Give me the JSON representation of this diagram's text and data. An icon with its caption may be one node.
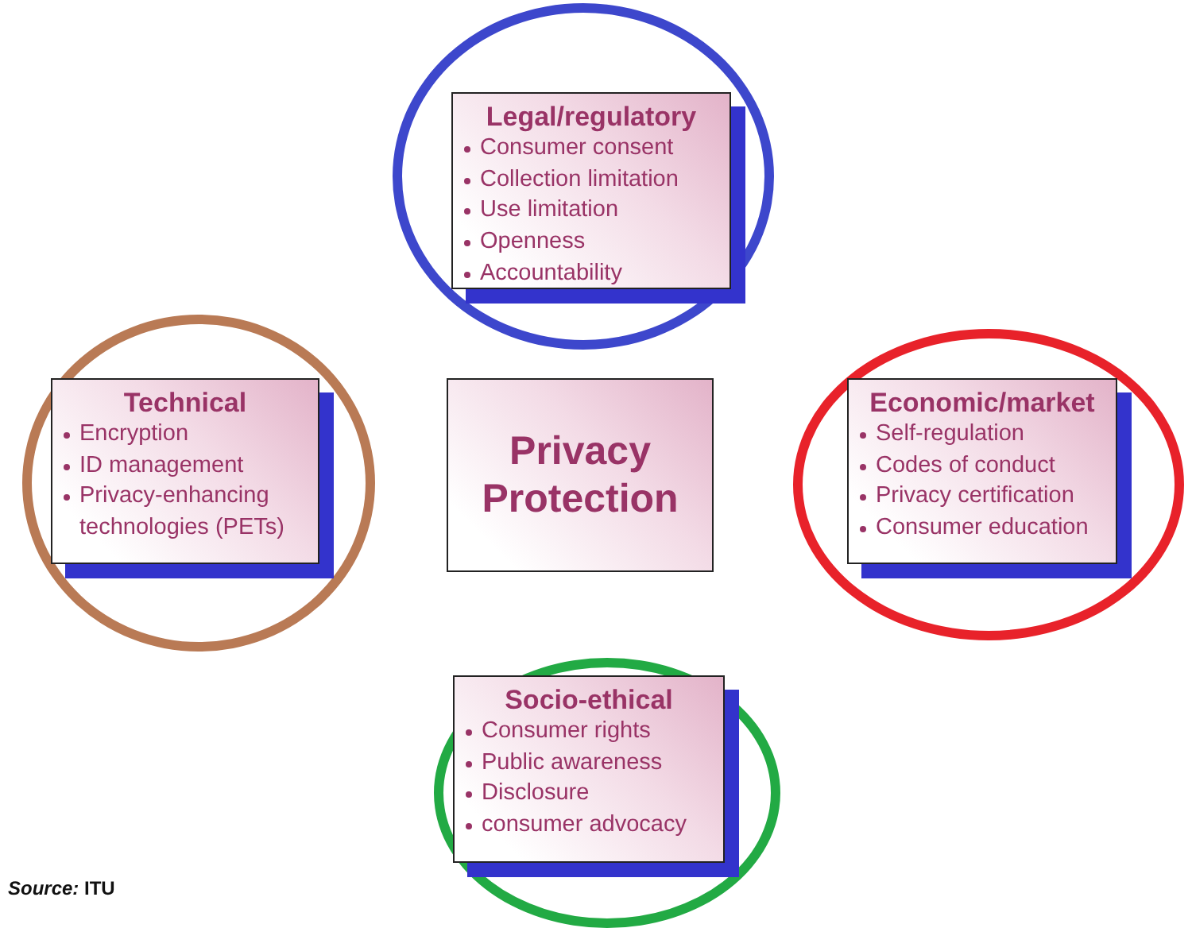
{
  "diagram": {
    "nodes": [
      {
        "text": [],
        "shape": "circle"
      },
      {
        "text": [
          "Legal/regulatory",
          "Consumer consent",
          "Collection limitation",
          "Use limitation",
          "Openness",
          "Accountability"
        ],
        "in": 0
      },
      {
        "text": [],
        "shape": "circle"
      },
      {
        "text": [
          "Technical",
          "Encryption",
          "ID management",
          "Privacy-enhancing technologies (PETs)"
        ],
        "in": 2
      },
      {
        "text": [
          "Privacy Protection"
        ]
      },
      {
        "text": [],
        "shape": "circle"
      },
      {
        "text": [
          "Economic/market",
          "Self-regulation",
          "Codes of conduct",
          "Privacy certification",
          "Consumer education"
        ],
        "in": 5
      },
      {
        "text": [],
        "shape": "circle"
      },
      {
        "text": [
          "Socio-ethical",
          "Consumer rights",
          "Public awareness",
          "Disclosure",
          "consumer advocacy"
        ],
        "in": 7
      }
    ],
    "edges": [],
    "labels": [
      "*Source:* ITU"
    ]
  }
}
